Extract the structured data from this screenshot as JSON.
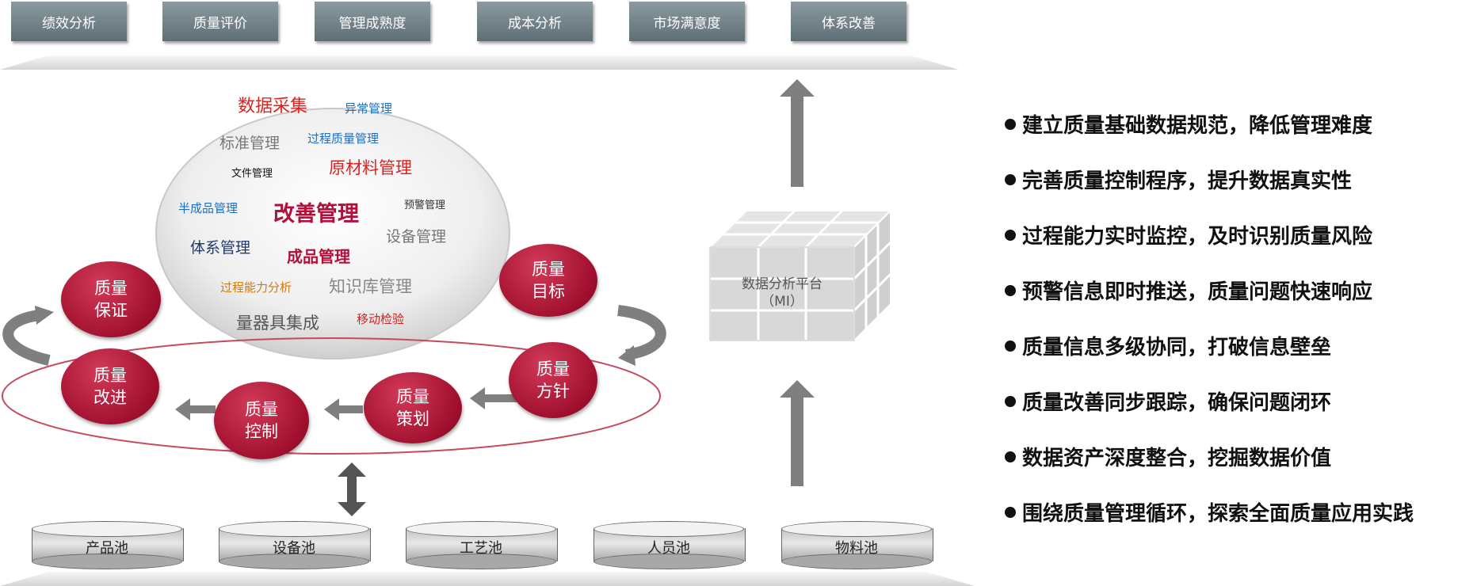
{
  "top_modules": [
    "绩效分析",
    "质量评价",
    "管理成熟度",
    "成本分析",
    "市场满意度",
    "体系改善"
  ],
  "cloud_words": [
    {
      "text": "数据采集",
      "color": "#e0201e"
    },
    {
      "text": "异常管理",
      "color": "#1c6fc0"
    },
    {
      "text": "标准管理",
      "color": "#777777"
    },
    {
      "text": "过程质量管理",
      "color": "#1c6fc0"
    },
    {
      "text": "文件管理",
      "color": "#111111"
    },
    {
      "text": "原材料管理",
      "color": "#e0201e"
    },
    {
      "text": "半成品管理",
      "color": "#1c6fc0"
    },
    {
      "text": "改善管理",
      "color": "#b0103a"
    },
    {
      "text": "预警管理",
      "color": "#333333"
    },
    {
      "text": "设备管理",
      "color": "#777777"
    },
    {
      "text": "体系管理",
      "color": "#1f3a6e"
    },
    {
      "text": "成品管理",
      "color": "#b0103a"
    },
    {
      "text": "过程能力分析",
      "color": "#d07a10"
    },
    {
      "text": "知识库管理",
      "color": "#888888"
    },
    {
      "text": "量器具集成",
      "color": "#555555"
    },
    {
      "text": "移动检验",
      "color": "#d0201e"
    }
  ],
  "cycle_nodes": [
    {
      "line1": "质量",
      "line2": "目标"
    },
    {
      "line1": "质量",
      "line2": "方针"
    },
    {
      "line1": "质量",
      "line2": "策划"
    },
    {
      "line1": "质量",
      "line2": "控制"
    },
    {
      "line1": "质量",
      "line2": "改进"
    },
    {
      "line1": "质量",
      "line2": "保证"
    }
  ],
  "platform": {
    "line1": "数据分析平台",
    "line2": "（MI）"
  },
  "pools": [
    "产品池",
    "设备池",
    "工艺池",
    "人员池",
    "物料池"
  ],
  "bullets": [
    "建立质量基础数据规范，降低管理难度",
    "完善质量控制程序，提升数据真实性",
    "过程能力实时监控，及时识别质量风险",
    "预警信息即时推送，质量问题快速响应",
    "质量信息多级协同，打破信息壁垒",
    "质量改善同步跟踪，确保问题闭环",
    "数据资产深度整合，挖掘数据价值",
    "围绕质量管理循环，探索全面质量应用实践"
  ],
  "colors": {
    "bubble": "#a0102e",
    "module_bar": "#6e7e85",
    "arrow": "#7a7a7a"
  }
}
